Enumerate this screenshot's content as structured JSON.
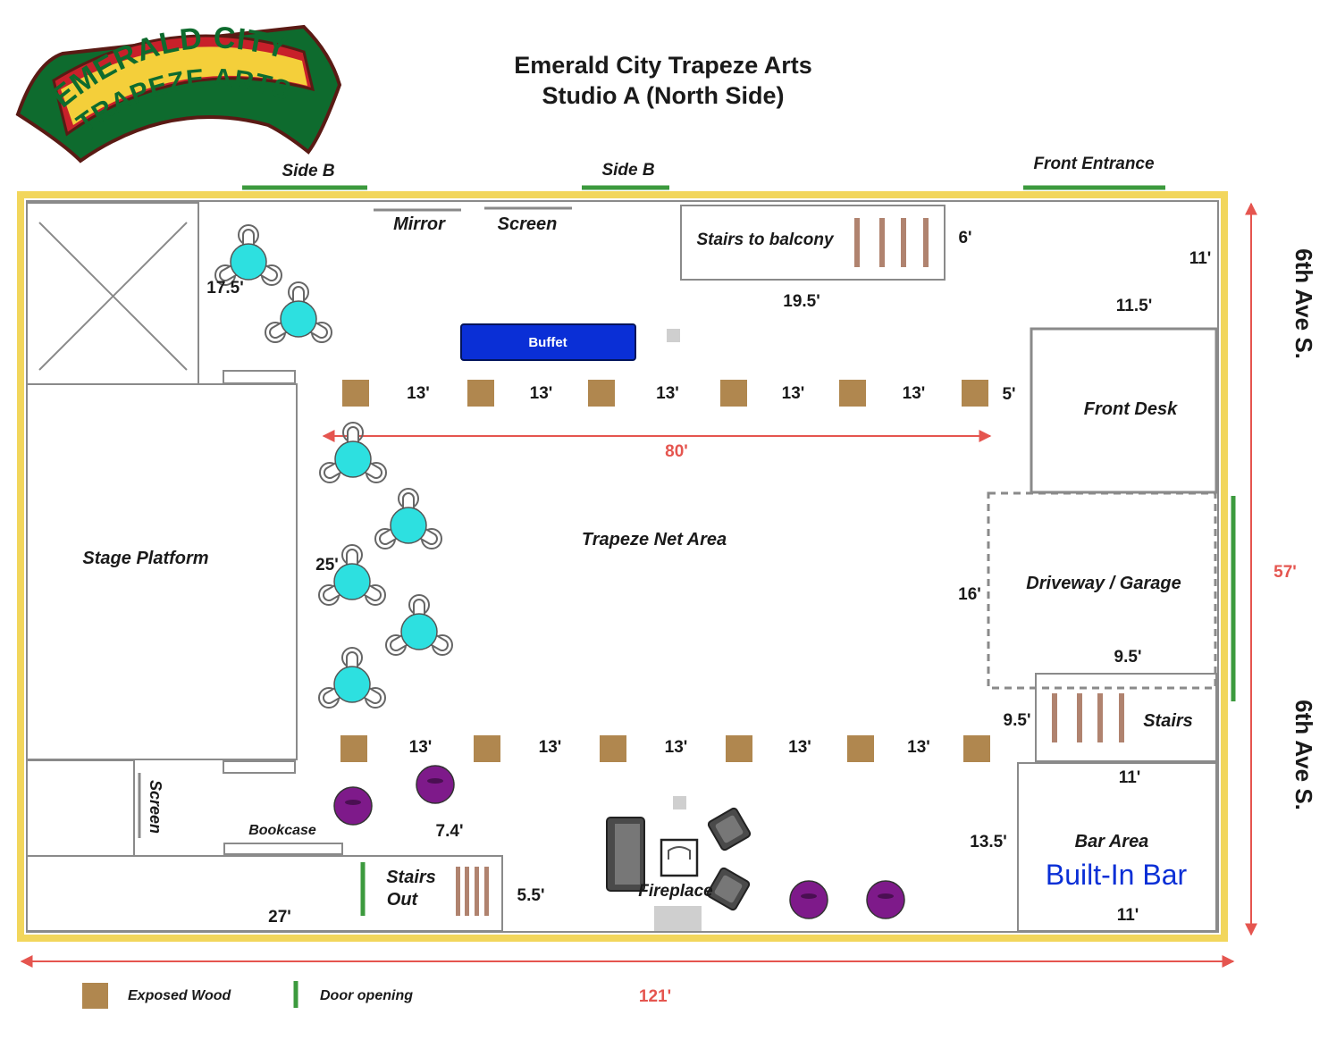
{
  "logo": {
    "line1": "EMERALD CITY",
    "line2": "TRAPEZE ARTS"
  },
  "title": {
    "line1": "Emerald City Trapeze Arts",
    "line2": "Studio A (North Side)"
  },
  "doors": {
    "side_b_1": "Side B",
    "side_b_2": "Side B",
    "front_entrance": "Front Entrance"
  },
  "street": {
    "upper": "6th Ave S.",
    "lower": "6th Ave S."
  },
  "labels": {
    "mirror": "Mirror",
    "screen_top": "Screen",
    "stairs_balcony": "Stairs to balcony",
    "buffet": "Buffet",
    "front_desk": "Front Desk",
    "stage_platform": "Stage Platform",
    "trapeze_net_area": "Trapeze Net Area",
    "driveway_garage": "Driveway / Garage",
    "stairs": "Stairs",
    "bar_area": "Bar Area",
    "built_in_bar": "Built-In Bar",
    "screen_left": "Screen",
    "bookcase": "Bookcase",
    "stairs_out_1": "Stairs",
    "stairs_out_2": "Out",
    "fireplace": "Fireplace"
  },
  "dimensions": {
    "d_17_5": "17.5'",
    "d_6": "6'",
    "d_11_top": "11'",
    "d_19_5": "19.5'",
    "d_11_5": "11.5'",
    "d_5": "5'",
    "d_80": "80'",
    "d_25": "25'",
    "d_16": "16'",
    "d_57": "57'",
    "d_9_5_top": "9.5'",
    "d_9_5_side": "9.5'",
    "d_11_mid": "11'",
    "d_7_4": "7.4'",
    "d_13_5": "13.5'",
    "d_5_5": "5.5'",
    "d_27": "27'",
    "d_11_bottom": "11'",
    "d_121": "121'",
    "beam_top": [
      "13'",
      "13'",
      "13'",
      "13'",
      "13'"
    ],
    "beam_bottom": [
      "13'",
      "13'",
      "13'",
      "13'",
      "13'"
    ]
  },
  "legend": {
    "exposed_wood": "Exposed Wood",
    "door_opening": "Door opening"
  },
  "colors": {
    "wall": "#f2d65c",
    "door": "#3c9a3e",
    "wood": "#b0874f",
    "dimension": "#e5554f",
    "buffet": "#0a2fd6",
    "table": "#2de0e0",
    "stool": "#7e1a8a",
    "logo_banner": "#0e6b2e",
    "logo_red": "#c8202a",
    "logo_gold": "#f4cf3a"
  }
}
